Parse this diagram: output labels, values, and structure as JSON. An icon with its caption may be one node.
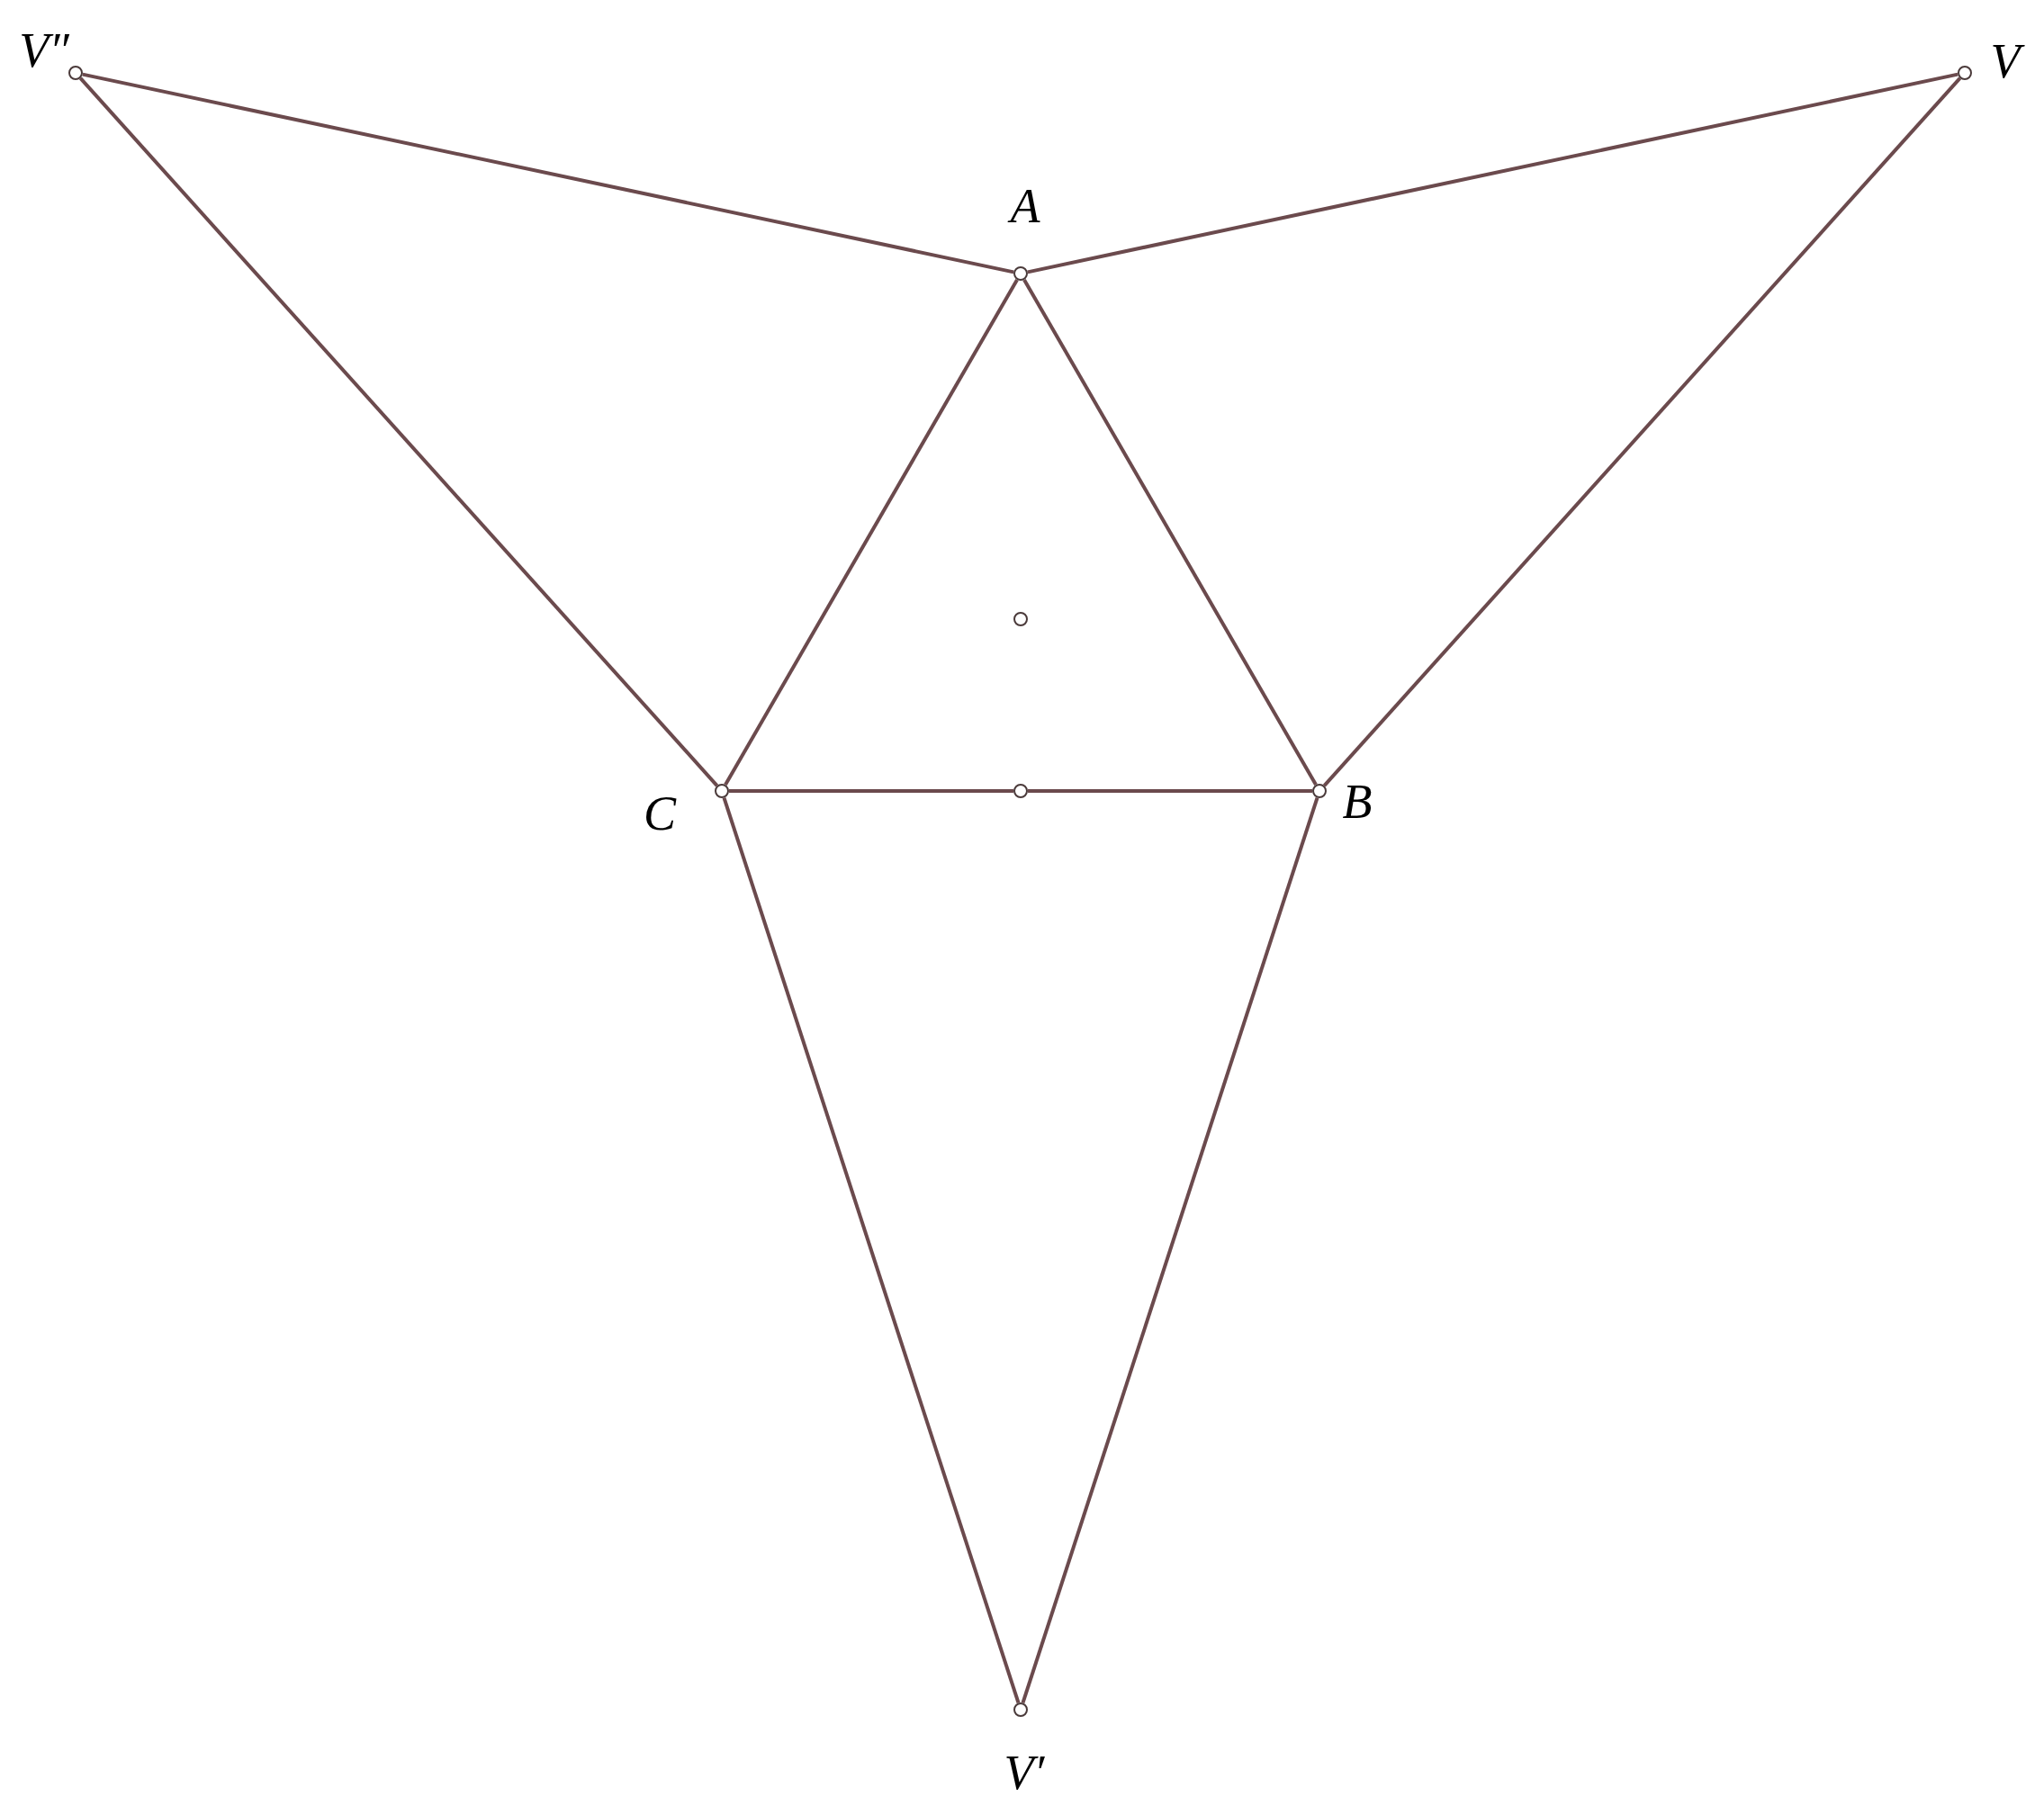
{
  "diagram": {
    "nodes": [
      {
        "text": [
          "V″"
        ]
      },
      {
        "text": [
          "V"
        ]
      },
      {
        "text": [
          "A"
        ]
      },
      {
        "text": [
          "C"
        ]
      },
      {
        "text": [
          "B"
        ]
      },
      {
        "text": [],
        "shape": "circle"
      },
      {
        "text": [],
        "shape": "circle"
      },
      {
        "text": [
          "V′"
        ]
      }
    ],
    "edges": [
      {
        "from": 0,
        "to": 2,
        "arrow": "none"
      },
      {
        "from": 2,
        "to": 1,
        "arrow": "none"
      },
      {
        "from": 0,
        "to": 3,
        "arrow": "none"
      },
      {
        "from": 1,
        "to": 4,
        "arrow": "none"
      },
      {
        "from": 2,
        "to": 3,
        "arrow": "none"
      },
      {
        "from": 2,
        "to": 4,
        "arrow": "none"
      },
      {
        "from": 3,
        "to": 6,
        "arrow": "none"
      },
      {
        "from": 6,
        "to": 4,
        "arrow": "none"
      },
      {
        "from": 3,
        "to": 7,
        "arrow": "none"
      },
      {
        "from": 4,
        "to": 7,
        "arrow": "none"
      }
    ]
  }
}
